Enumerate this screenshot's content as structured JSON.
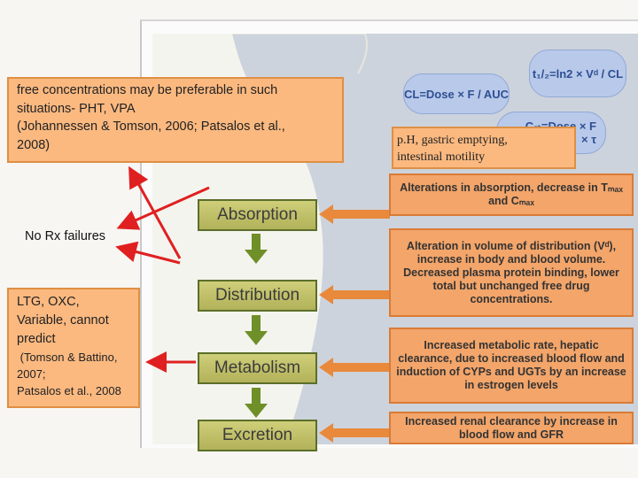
{
  "stages": [
    "Absorption",
    "Distribution",
    "Metabolism",
    "Excretion"
  ],
  "effects": [
    "Alterations in absorption, decrease in Tₘₐₓ and Cₘₐₓ",
    "Alteration in volume of distribution (Vᵈ), increase in body and blood volume. Decreased plasma protein binding, lower total but unchanged free drug concentrations.",
    "Increased metabolic rate, hepatic clearance, due to increased blood flow and induction of CYPs and UGTs by an increase in estrogen levels",
    "Increased renal clearance by increase in blood flow and GFR"
  ],
  "formulas": {
    "clearance": "CL=Dose × F / AUC",
    "half_life": "t₁/₂=ln2 × Vᵈ / CL",
    "steady_state": "Cₛₜ=Dose × F",
    "tau_fragment": "× τ"
  },
  "callouts": {
    "free_concentrations_line1": "free concentrations may be preferable in such",
    "free_concentrations_line2": "situations- PHT, VPA",
    "free_concentrations_line3": "(Johannessen & Tomson, 2006; Patsalos et al.,",
    "free_concentrations_line4": "2008)",
    "no_rx_failures": "No Rx failures",
    "metabolism_line1": "LTG, OXC,",
    "metabolism_line2": "Variable, cannot",
    "metabolism_line3": "predict",
    "metabolism_cite1": " (Tomson & Battino,",
    "metabolism_cite2": "2007;",
    "metabolism_cite3": "Patsalos et al., 2008",
    "absorption_factors_line1": "p.H, gastric emptying,",
    "absorption_factors_line2": "intestinal motility"
  },
  "colors": {
    "stage_fill": "#b2b25a",
    "arrow_green": "#6f8f28",
    "effect_fill": "#f3a56a",
    "callout_fill": "#fbb980",
    "pointer_red": "#e02020",
    "formula_fill": "#b8c9ea"
  }
}
